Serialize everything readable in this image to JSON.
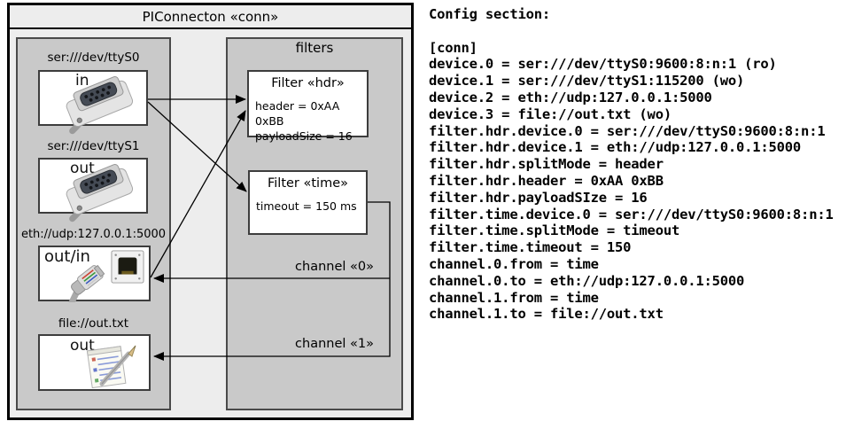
{
  "diagram": {
    "title": "PIConnecton «conn»",
    "filters_label": "filters",
    "devices": [
      {
        "uri": "ser:///dev/ttyS0",
        "mode": "in"
      },
      {
        "uri": "ser:///dev/ttyS1",
        "mode": "out"
      },
      {
        "uri": "eth://udp:127.0.0.1:5000",
        "mode": "out/in"
      },
      {
        "uri": "file://out.txt",
        "mode": "out"
      }
    ],
    "filters": [
      {
        "title": "Filter «hdr»",
        "params": [
          "header = 0xAA 0xBB",
          "payloadSize = 16"
        ]
      },
      {
        "title": "Filter «time»",
        "params": [
          "timeout = 150 ms"
        ]
      }
    ],
    "channels": [
      {
        "label": "channel «0»"
      },
      {
        "label": "channel «1»"
      }
    ]
  },
  "config": {
    "heading": "Config section:",
    "lines": [
      "[conn]",
      "device.0 = ser:///dev/ttyS0:9600:8:n:1 (ro)",
      "device.1 = ser:///dev/ttyS1:115200 (wo)",
      "device.2 = eth://udp:127.0.0.1:5000",
      "device.3 = file://out.txt (wo)",
      "filter.hdr.device.0 = ser:///dev/ttyS0:9600:8:n:1",
      "filter.hdr.device.1 = eth://udp:127.0.0.1:5000",
      "filter.hdr.splitMode = header",
      "filter.hdr.header = 0xAA 0xBB",
      "filter.hdr.payloadSIze = 16",
      "filter.time.device.0 = ser:///dev/ttyS0:9600:8:n:1",
      "filter.time.splitMode = timeout",
      "filter.time.timeout = 150",
      "channel.0.from = time",
      "channel.0.to = eth://udp:127.0.0.1:5000",
      "channel.1.from = time",
      "channel.1.to = file://out.txt"
    ]
  },
  "colors": {
    "outer_fill": "#ededed",
    "panel_fill": "#c9c9c9",
    "panel_border": "#4a4a4a",
    "box_border": "#3d3d3d",
    "line": "#000000"
  }
}
